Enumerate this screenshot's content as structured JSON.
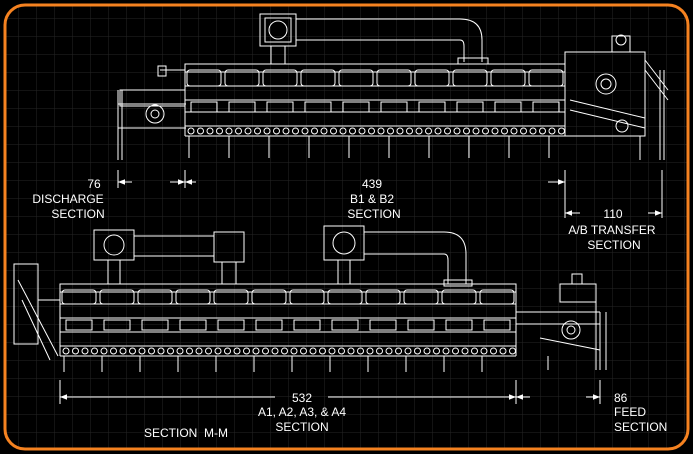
{
  "colors": {
    "background": "#000000",
    "frame": "#f58220",
    "grid": "#2a2a2a",
    "lines": "#ffffff"
  },
  "top_assembly": {
    "dim_discharge": {
      "value": "76",
      "label1": "DISCHARGE",
      "label2": "SECTION"
    },
    "dim_b": {
      "value": "439",
      "label1": "B1 & B2",
      "label2": "SECTION"
    },
    "dim_ab": {
      "value": "110",
      "label1": "A/B TRANSFER",
      "label2": "SECTION"
    }
  },
  "bottom_assembly": {
    "dim_a": {
      "value": "532",
      "label1": "A1, A2, A3, & A4",
      "label2": "SECTION"
    },
    "dim_feed": {
      "value": "86",
      "label1": "FEED",
      "label2": "SECTION"
    }
  },
  "view_label": "SECTION  M-M"
}
